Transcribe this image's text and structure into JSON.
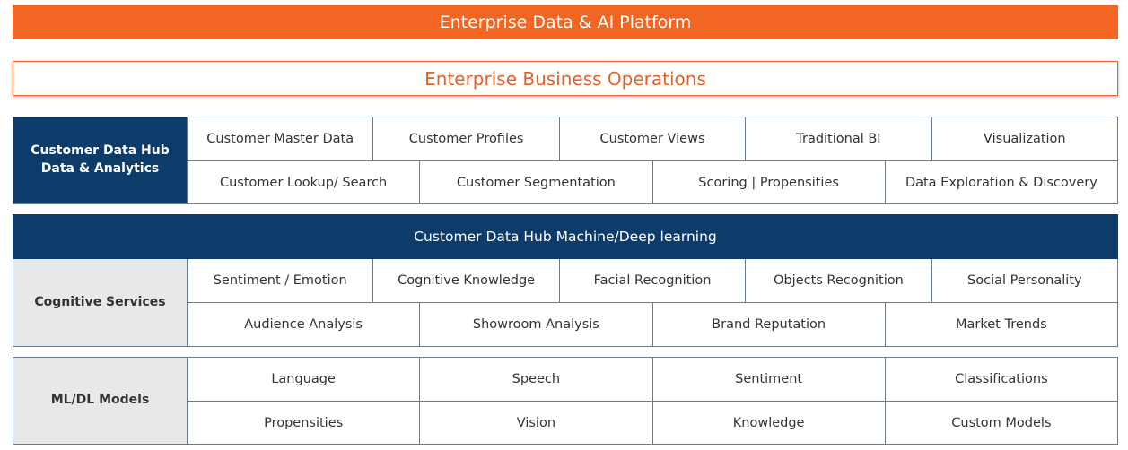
{
  "platform_title": "Enterprise Data & AI Platform",
  "business_ops": "Enterprise Business Operations",
  "data_hub": {
    "label_line1": "Customer Data Hub",
    "label_line2": "Data & Analytics",
    "row1": [
      "Customer Master Data",
      "Customer Profiles",
      "Customer Views",
      "Traditional BI",
      "Visualization"
    ],
    "row2": [
      "Customer Lookup/ Search",
      "Customer Segmentation",
      "Scoring | Propensities",
      "Data Exploration & Discovery"
    ]
  },
  "ml_bar": "Customer Data Hub Machine/Deep learning",
  "cognitive": {
    "label": "Cognitive Services",
    "row1": [
      "Sentiment / Emotion",
      "Cognitive Knowledge",
      "Facial Recognition",
      "Objects Recognition",
      "Social Personality"
    ],
    "row2": [
      "Audience Analysis",
      "Showroom Analysis",
      "Brand Reputation",
      "Market Trends"
    ]
  },
  "models": {
    "label": "ML/DL Models",
    "row1": [
      "Language",
      "Speech",
      "Sentiment",
      "Classifications"
    ],
    "row2": [
      "Propensities",
      "Vision",
      "Knowledge",
      "Custom Models"
    ]
  },
  "colors": {
    "orange": "#f26522",
    "navy": "#0d3c6b",
    "light_gray": "#e8e8e8"
  }
}
